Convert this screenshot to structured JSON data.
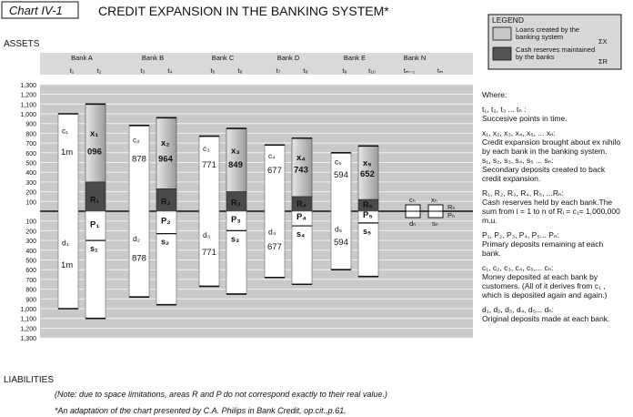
{
  "header": {
    "chart_label": "Chart IV-1",
    "title": "CREDIT EXPANSION IN THE BANKING SYSTEM*"
  },
  "legend": {
    "title": "LEGEND",
    "items": [
      {
        "label1": "Loans created by the",
        "label2": "banking system",
        "symbol": "ΣX",
        "color": "#c8c8c8"
      },
      {
        "label1": "Cash reserves maintained",
        "label2": "by the banks",
        "symbol": "ΣR",
        "color": "#555555"
      }
    ]
  },
  "chart_data": {
    "type": "bar",
    "assets_label": "ASSETS",
    "liabilities_label": "LIABILITIES",
    "ylim": [
      -1300,
      1300
    ],
    "y_ticks_pos": [
      "1,300",
      "1,200",
      "1,100",
      "1,000",
      "900",
      "800",
      "700",
      "600",
      "500",
      "400",
      "300",
      "200",
      "100"
    ],
    "y_ticks_neg": [
      "100",
      "200",
      "300",
      "400",
      "500",
      "600",
      "700",
      "800",
      "900",
      "1,000",
      "1,100",
      "1,200",
      "1,300"
    ],
    "banks": [
      {
        "name": "Bank A",
        "t1": "t₁",
        "t2": "t₂",
        "c": "c₁",
        "d": "d₁",
        "c_val": "1m",
        "d_val": "1m",
        "deposit": 1000,
        "x_label": "x₁",
        "x_val": "096",
        "total": 1100,
        "reserve": 300,
        "R": "R₁",
        "P": "P₁",
        "s": "s₁"
      },
      {
        "name": "Bank B",
        "t1": "t₃",
        "t2": "t₄",
        "c": "c₂",
        "d": "d₂",
        "c_val": "878",
        "d_val": "878",
        "deposit": 880,
        "x_label": "x₂",
        "x_val": "964",
        "total": 960,
        "reserve": 230,
        "R": "R₂",
        "P": "P₂",
        "s": "s₂"
      },
      {
        "name": "Bank C",
        "t1": "t₅",
        "t2": "t₆",
        "c": "c₃",
        "d": "d₃",
        "c_val": "771",
        "d_val": "771",
        "deposit": 770,
        "x_label": "x₃",
        "x_val": "849",
        "total": 850,
        "reserve": 200,
        "R": "R₃",
        "P": "P₃",
        "s": "s₃"
      },
      {
        "name": "Bank D",
        "t1": "t₇",
        "t2": "t₈",
        "c": "c₄",
        "d": "d₄",
        "c_val": "677",
        "d_val": "677",
        "deposit": 680,
        "x_label": "x₄",
        "x_val": "743",
        "total": 750,
        "reserve": 150,
        "R": "R₄",
        "P": "P₄",
        "s": "s₄"
      },
      {
        "name": "Bank E",
        "t1": "t₉",
        "t2": "t₁₀",
        "c": "c₅",
        "d": "d₅",
        "c_val": "594",
        "d_val": "594",
        "deposit": 600,
        "x_label": "x₅",
        "x_val": "652",
        "total": 670,
        "reserve": 120,
        "R": "R₅",
        "P": "P₅",
        "s": "s₅"
      }
    ],
    "bank_n": {
      "name": "Bank N",
      "t1": "tₘ₋₁",
      "t2": "tₘ",
      "c": "cₙ",
      "x": "xₙ",
      "d": "dₙ",
      "s": "sₙ",
      "R": "Rₙ",
      "P": "Pₙ"
    }
  },
  "where": {
    "heading": "Where:",
    "items": [
      {
        "line1": "t₁, t₂, t₃ ... tₙ :",
        "lines": [
          "Succesive points in time."
        ]
      },
      {
        "line1": "x₁, x₂, x₃, x₄, x₅, ... xₙ:",
        "lines": [
          "Credit expansion brought about ex nihilo",
          "by each bank in the banking system.",
          "s₁, s₂, s₃, s₄, s₅ ... sₙ:",
          "Secondary deposits created to back",
          "credit expansion."
        ]
      },
      {
        "line1": "R₁, R₂, R₃, R₄, R₅, ...Rₙ:",
        "lines": [
          "Cash reserves held by each bank.The",
          "sum from i = 1 to n of Rᵢ = c₁= 1,000,000",
          "m.u."
        ]
      },
      {
        "line1": "P₁, P₂, P₃, P₄, P₅... Pₙ:",
        "lines": [
          "Primary deposits remaining at each",
          "bank."
        ]
      },
      {
        "line1": "c₁, c₂, c₃, c₄, c₅,... cₙ:",
        "lines": [
          "Money deposited at each bank by",
          "customers. (All of it derives from c₁ ,",
          "which is deposited again and again.)"
        ]
      },
      {
        "line1": "d₁, d₂, d₃, d₄, d₅... dₙ:",
        "lines": [
          "Original deposits made at each bank."
        ]
      }
    ]
  },
  "notes": {
    "space_note": "(Note: due to space limitations, areas R and P do not correspond exactly to their real value.)",
    "source_note": "*An adaptation of the chart presented by C.A. Philips in Bank Credit, op.cit.,p.61."
  }
}
